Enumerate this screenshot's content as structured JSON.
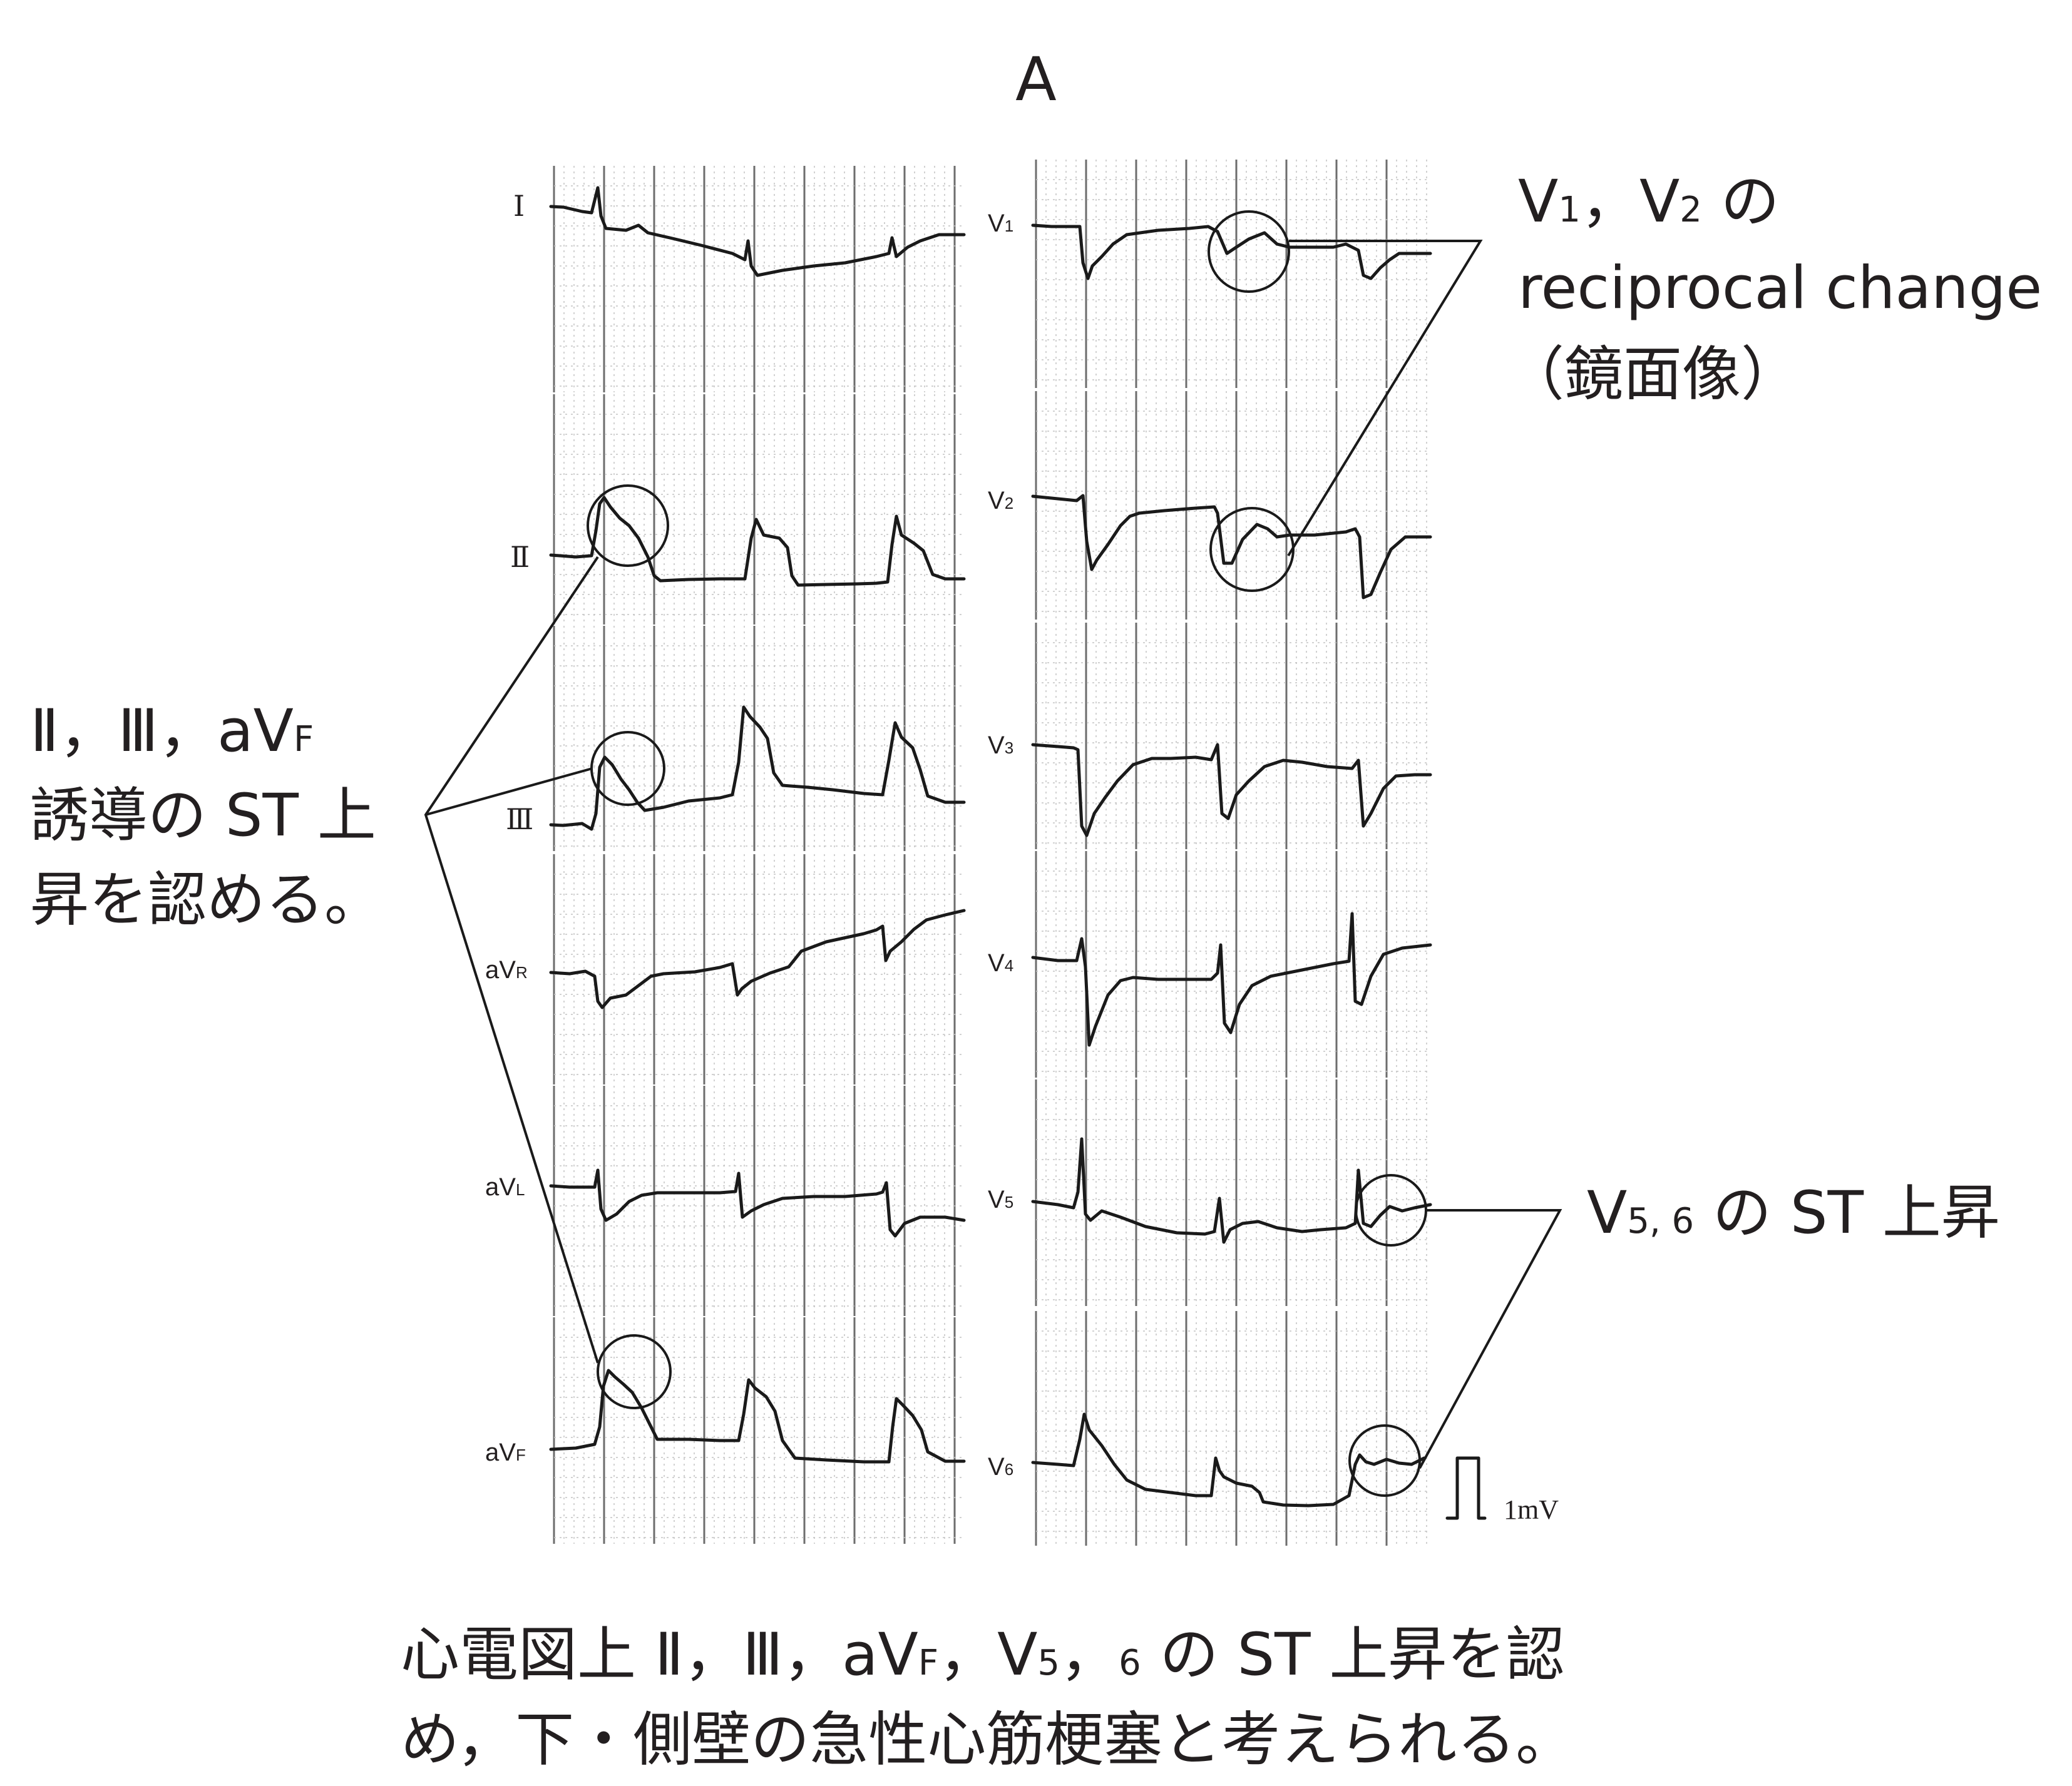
{
  "figure": {
    "label": "A",
    "calibration_label": "1mV"
  },
  "leads_limb": [
    {
      "id": "I",
      "main": "Ⅰ",
      "sub": "",
      "style": "roman"
    },
    {
      "id": "II",
      "main": "Ⅱ",
      "sub": "",
      "style": "roman"
    },
    {
      "id": "III",
      "main": "Ⅲ",
      "sub": "",
      "style": "roman"
    },
    {
      "id": "aVR",
      "main": "aV",
      "sub": "R",
      "style": "sans"
    },
    {
      "id": "aVL",
      "main": "aV",
      "sub": "L",
      "style": "sans"
    },
    {
      "id": "aVF",
      "main": "aV",
      "sub": "F",
      "style": "sans"
    }
  ],
  "leads_chest": [
    {
      "id": "V1",
      "main": "V",
      "sub": "1"
    },
    {
      "id": "V2",
      "main": "V",
      "sub": "2"
    },
    {
      "id": "V3",
      "main": "V",
      "sub": "3"
    },
    {
      "id": "V4",
      "main": "V",
      "sub": "4"
    },
    {
      "id": "V5",
      "main": "V",
      "sub": "5"
    },
    {
      "id": "V6",
      "main": "V",
      "sub": "6"
    }
  ],
  "annotations": {
    "reciprocal": {
      "line1_a": "V",
      "line1_a_sub": "1",
      "line1_b": "，V",
      "line1_b_sub": "2",
      "line1_c": " の",
      "line2": "reciprocal change",
      "line3": "（鏡面像）"
    },
    "inferior": {
      "line1_a": "Ⅱ，Ⅲ，aV",
      "line1_a_sub": "F",
      "line2": "誘導の ST 上",
      "line3": "昇を認める。"
    },
    "lateral": {
      "main": "V",
      "sub": "5, 6",
      "rest": " の ST 上昇"
    }
  },
  "caption": {
    "line1_a": "心電図上 Ⅱ，Ⅲ，aV",
    "line1_a_sub": "F",
    "line1_b": "，V",
    "line1_b_sub": "5",
    "line1_c": "，",
    "line1_c_sub": "6",
    "line1_d": " の ST 上昇を認",
    "line2": "め，下・側壁の急性心筋梗塞と考えられる。"
  }
}
